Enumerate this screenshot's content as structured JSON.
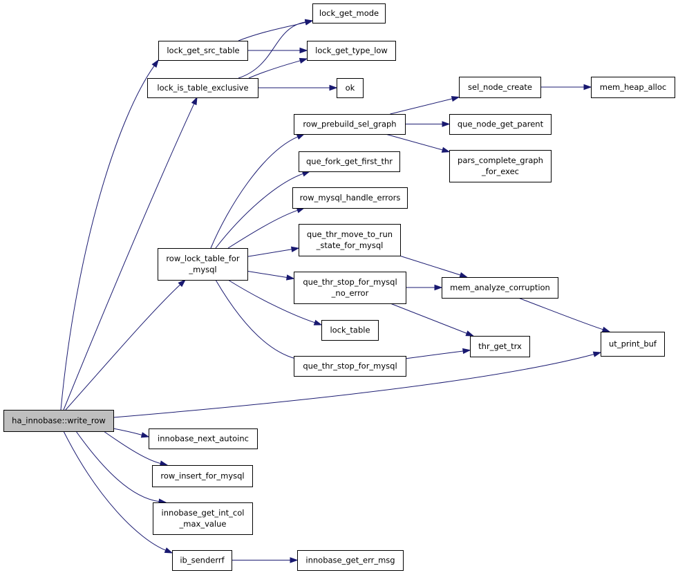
{
  "diagram": {
    "nodes": [
      {
        "id": "ha_innobase_write_row",
        "lines": [
          "ha_innobase::write_row"
        ],
        "root": true
      },
      {
        "id": "lock_get_src_table",
        "lines": [
          "lock_get_src_table"
        ]
      },
      {
        "id": "lock_is_table_exclusive",
        "lines": [
          "lock_is_table_exclusive"
        ]
      },
      {
        "id": "lock_get_mode",
        "lines": [
          "lock_get_mode"
        ]
      },
      {
        "id": "lock_get_type_low",
        "lines": [
          "lock_get_type_low"
        ]
      },
      {
        "id": "ok",
        "lines": [
          "ok"
        ]
      },
      {
        "id": "row_lock_table_for_mysql",
        "lines": [
          "row_lock_table_for",
          "_mysql"
        ]
      },
      {
        "id": "row_prebuild_sel_graph",
        "lines": [
          "row_prebuild_sel_graph"
        ]
      },
      {
        "id": "que_fork_get_first_thr",
        "lines": [
          "que_fork_get_first_thr"
        ]
      },
      {
        "id": "row_mysql_handle_errors",
        "lines": [
          "row_mysql_handle_errors"
        ]
      },
      {
        "id": "que_thr_move_to_run_state_for_mysql",
        "lines": [
          "que_thr_move_to_run",
          "_state_for_mysql"
        ]
      },
      {
        "id": "que_thr_stop_for_mysql_no_error",
        "lines": [
          "que_thr_stop_for_mysql",
          "_no_error"
        ]
      },
      {
        "id": "lock_table",
        "lines": [
          "lock_table"
        ]
      },
      {
        "id": "que_thr_stop_for_mysql",
        "lines": [
          "que_thr_stop_for_mysql"
        ]
      },
      {
        "id": "sel_node_create",
        "lines": [
          "sel_node_create"
        ]
      },
      {
        "id": "que_node_get_parent",
        "lines": [
          "que_node_get_parent"
        ]
      },
      {
        "id": "pars_complete_graph_for_exec",
        "lines": [
          "pars_complete_graph",
          "_for_exec"
        ]
      },
      {
        "id": "mem_heap_alloc",
        "lines": [
          "mem_heap_alloc"
        ]
      },
      {
        "id": "mem_analyze_corruption",
        "lines": [
          "mem_analyze_corruption"
        ]
      },
      {
        "id": "thr_get_trx",
        "lines": [
          "thr_get_trx"
        ]
      },
      {
        "id": "ut_print_buf",
        "lines": [
          "ut_print_buf"
        ]
      },
      {
        "id": "innobase_next_autoinc",
        "lines": [
          "innobase_next_autoinc"
        ]
      },
      {
        "id": "row_insert_for_mysql",
        "lines": [
          "row_insert_for_mysql"
        ]
      },
      {
        "id": "innobase_get_int_col_max_value",
        "lines": [
          "innobase_get_int_col",
          "_max_value"
        ]
      },
      {
        "id": "ib_senderrf",
        "lines": [
          "ib_senderrf"
        ]
      },
      {
        "id": "innobase_get_err_msg",
        "lines": [
          "innobase_get_err_msg"
        ]
      }
    ],
    "edges": [
      {
        "from": "ha_innobase_write_row",
        "to": "lock_get_src_table"
      },
      {
        "from": "ha_innobase_write_row",
        "to": "lock_is_table_exclusive"
      },
      {
        "from": "ha_innobase_write_row",
        "to": "row_lock_table_for_mysql"
      },
      {
        "from": "ha_innobase_write_row",
        "to": "ut_print_buf"
      },
      {
        "from": "ha_innobase_write_row",
        "to": "innobase_next_autoinc"
      },
      {
        "from": "ha_innobase_write_row",
        "to": "row_insert_for_mysql"
      },
      {
        "from": "ha_innobase_write_row",
        "to": "innobase_get_int_col_max_value"
      },
      {
        "from": "ha_innobase_write_row",
        "to": "ib_senderrf"
      },
      {
        "from": "lock_get_src_table",
        "to": "lock_get_mode"
      },
      {
        "from": "lock_get_src_table",
        "to": "lock_get_type_low"
      },
      {
        "from": "lock_is_table_exclusive",
        "to": "lock_get_mode"
      },
      {
        "from": "lock_is_table_exclusive",
        "to": "lock_get_type_low"
      },
      {
        "from": "lock_is_table_exclusive",
        "to": "ok"
      },
      {
        "from": "row_lock_table_for_mysql",
        "to": "row_prebuild_sel_graph"
      },
      {
        "from": "row_lock_table_for_mysql",
        "to": "que_fork_get_first_thr"
      },
      {
        "from": "row_lock_table_for_mysql",
        "to": "row_mysql_handle_errors"
      },
      {
        "from": "row_lock_table_for_mysql",
        "to": "que_thr_move_to_run_state_for_mysql"
      },
      {
        "from": "row_lock_table_for_mysql",
        "to": "que_thr_stop_for_mysql_no_error"
      },
      {
        "from": "row_lock_table_for_mysql",
        "to": "lock_table"
      },
      {
        "from": "row_lock_table_for_mysql",
        "to": "que_thr_stop_for_mysql"
      },
      {
        "from": "row_prebuild_sel_graph",
        "to": "sel_node_create"
      },
      {
        "from": "row_prebuild_sel_graph",
        "to": "que_node_get_parent"
      },
      {
        "from": "row_prebuild_sel_graph",
        "to": "pars_complete_graph_for_exec"
      },
      {
        "from": "sel_node_create",
        "to": "mem_heap_alloc"
      },
      {
        "from": "que_thr_move_to_run_state_for_mysql",
        "to": "mem_analyze_corruption"
      },
      {
        "from": "que_thr_stop_for_mysql_no_error",
        "to": "mem_analyze_corruption"
      },
      {
        "from": "que_thr_stop_for_mysql_no_error",
        "to": "thr_get_trx"
      },
      {
        "from": "que_thr_stop_for_mysql",
        "to": "thr_get_trx"
      },
      {
        "from": "mem_analyze_corruption",
        "to": "ut_print_buf"
      },
      {
        "from": "ib_senderrf",
        "to": "innobase_get_err_msg"
      }
    ]
  }
}
